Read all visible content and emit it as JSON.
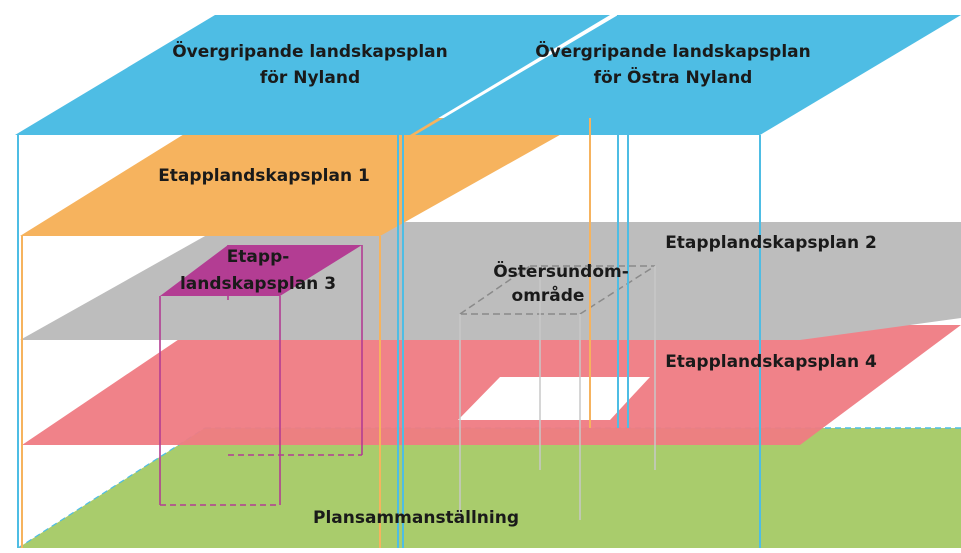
{
  "colors": {
    "regional_plan": "#4ebde4",
    "phase1": "#f6b35e",
    "phase2": "#bdbdbd",
    "phase3": "#b33d93",
    "phase4": "#ef7b83",
    "consolidation": "#a9cc6c",
    "ostersundom_outline": "#8a8a8a"
  },
  "layers": {
    "nyland_title_line1": "Övergripande landskapsplan",
    "nyland_title_line2": "för Nyland",
    "ostra_title_line1": "Övergripande landskapsplan",
    "ostra_title_line2": "för Östra Nyland",
    "phase1": "Etapplandskapsplan 1",
    "phase2": "Etapplandskapsplan 2",
    "phase3_line1": "Etapp-",
    "phase3_line2": "landskapsplan 3",
    "phase4": "Etapplandskapsplan 4",
    "ostersundom_line1": "Östersundom-",
    "ostersundom_line2": "område",
    "consolidation": "Plansammanställning"
  }
}
